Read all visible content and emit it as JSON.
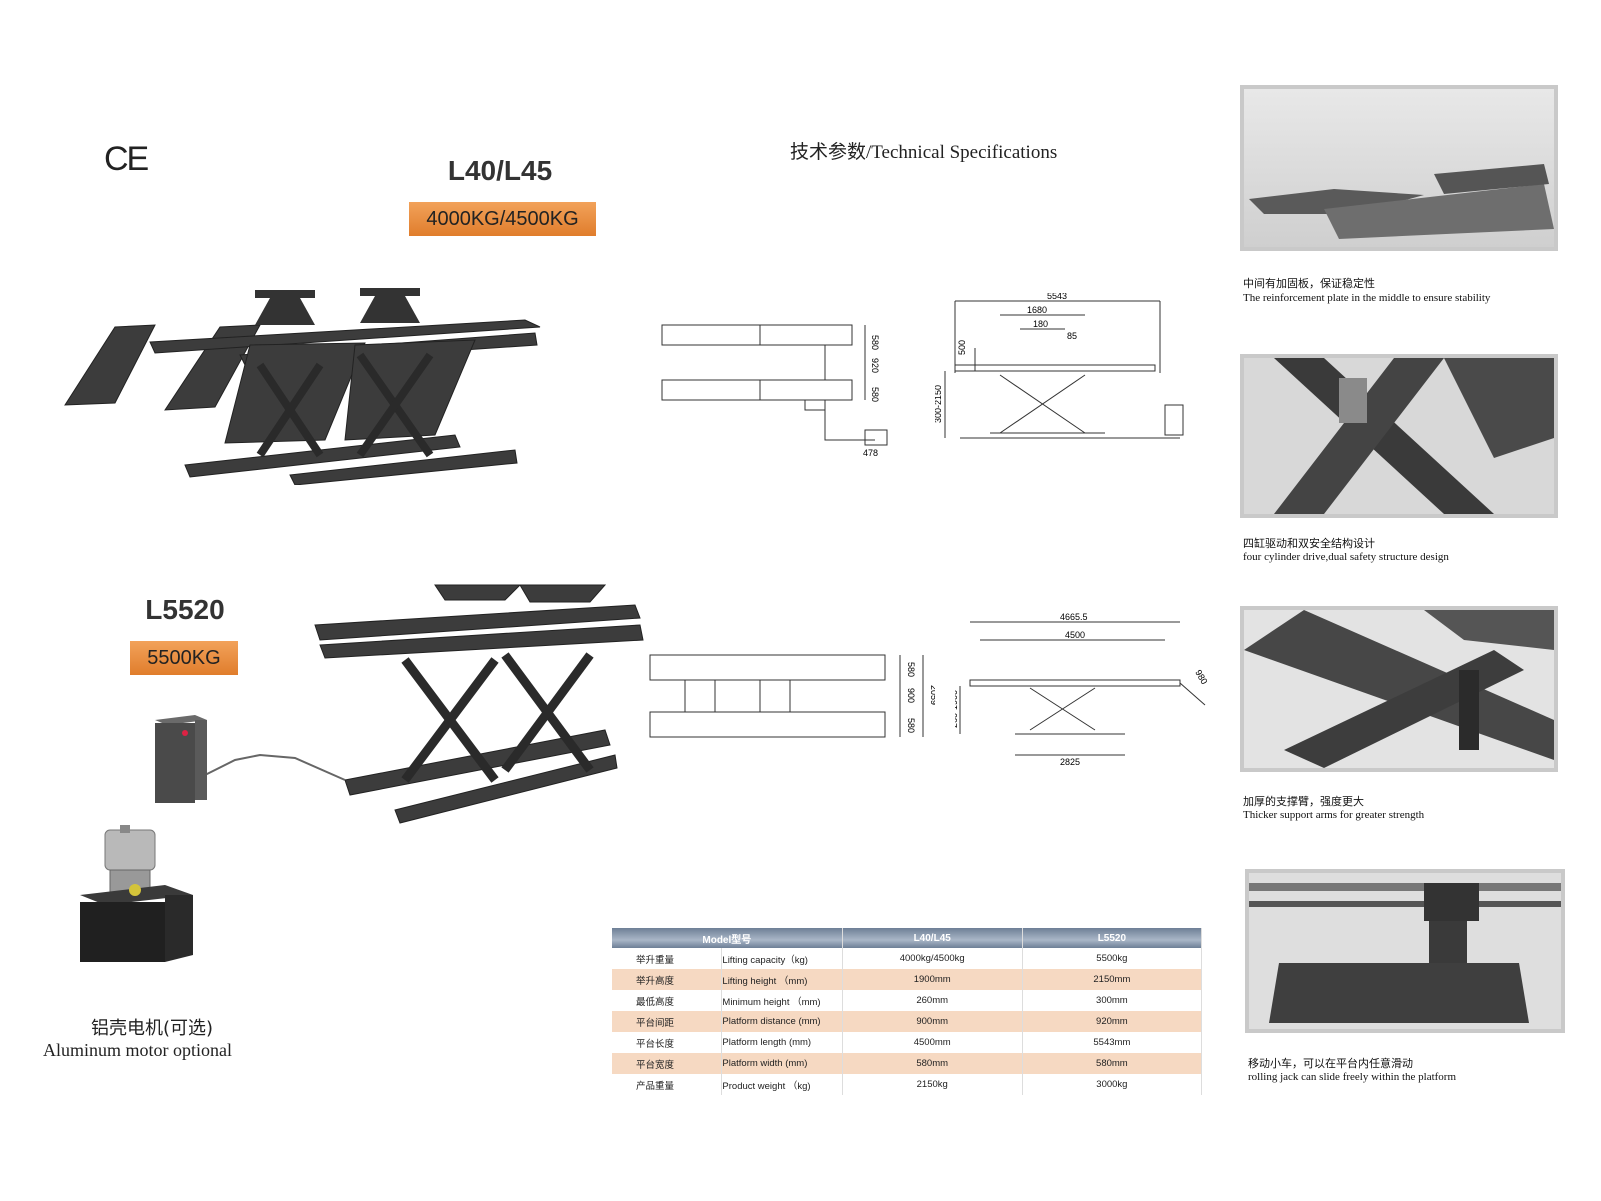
{
  "ce_mark": "CE",
  "model1": {
    "name": "L40/L45",
    "capacity": "4000KG/4500KG"
  },
  "model2": {
    "name": "L5520",
    "capacity": "5500KG"
  },
  "spec_title": "技术参数/Technical Specifications",
  "motor": {
    "cn": "铝壳电机(可选)",
    "en": "Aluminum motor optional"
  },
  "drawing1": {
    "dims": [
      "580",
      "920",
      "580",
      "478"
    ]
  },
  "drawing2": {
    "dims": [
      "5543",
      "1680",
      "180",
      "85",
      "500",
      "300-2150"
    ]
  },
  "drawing3": {
    "dims": [
      "580",
      "900",
      "580",
      "2059"
    ]
  },
  "drawing4": {
    "dims": [
      "4665.5",
      "4500",
      "980",
      "260-1900",
      "2825"
    ]
  },
  "features": [
    {
      "cn": "中间有加固板，保证稳定性",
      "en": "The reinforcement plate in the middle to ensure stability"
    },
    {
      "cn": "四缸驱动和双安全结构设计",
      "en": "four cylinder drive,dual safety structure design"
    },
    {
      "cn": "加厚的支撑臂，强度更大",
      "en": "Thicker support arms for greater strength"
    },
    {
      "cn": "移动小车，可以在平台内任意滑动",
      "en": "rolling jack can slide freely within the platform"
    }
  ],
  "table": {
    "headers": [
      "Model型号",
      "L40/L45",
      "L5520"
    ],
    "rows": [
      {
        "cn": "举升重量",
        "en": "Lifting capacity（kg)",
        "v1": "4000kg/4500kg",
        "v2": "5500kg"
      },
      {
        "cn": "举升高度",
        "en": "Lifting height （mm)",
        "v1": "1900mm",
        "v2": "2150mm"
      },
      {
        "cn": "最低高度",
        "en": "Minimum height （mm)",
        "v1": "260mm",
        "v2": "300mm"
      },
      {
        "cn": "平台间距",
        "en": "Platform distance (mm)",
        "v1": "900mm",
        "v2": "920mm"
      },
      {
        "cn": "平台长度",
        "en": "Platform length (mm)",
        "v1": "4500mm",
        "v2": "5543mm"
      },
      {
        "cn": "平台宽度",
        "en": "Platform width (mm)",
        "v1": "580mm",
        "v2": "580mm"
      },
      {
        "cn": "产品重量",
        "en": "Product weight （kg)",
        "v1": "2150kg",
        "v2": "3000kg"
      }
    ]
  }
}
